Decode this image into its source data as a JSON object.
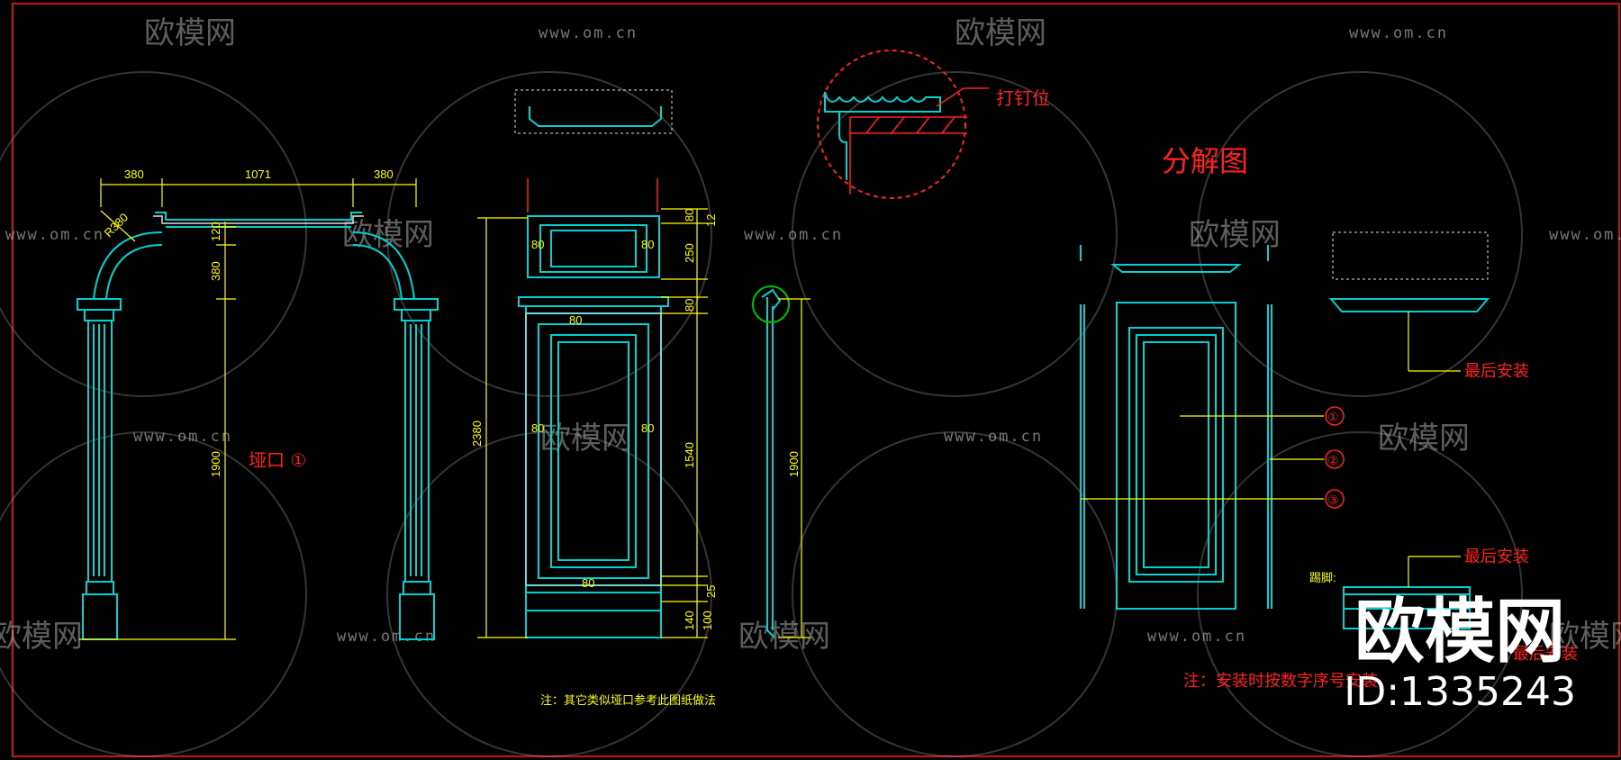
{
  "watermark": {
    "brand": "欧模网",
    "url": "www.om.cn",
    "corner_brand": "欧模网",
    "corner_id": "ID:1335243"
  },
  "arch": {
    "label": "垭口 ①",
    "dims": {
      "left_top": "380",
      "mid_top": "1071",
      "right_top": "380",
      "diag": "R380",
      "h1": "120",
      "h2": "380",
      "h3": "1900"
    }
  },
  "door": {
    "dims": {
      "total": "2380",
      "top1": "80",
      "top2": "12",
      "top3": "250",
      "top4": "80",
      "inner_l": "80",
      "inner_r": "80",
      "inner_top": "80",
      "mid_l": "80",
      "mid_r": "80",
      "center": "1540",
      "bot1": "80",
      "bot2": "25",
      "bot3": "140",
      "bot4": "100"
    },
    "note": "注：其它类似垭口参考此图纸做法"
  },
  "section": {
    "dim": "1900"
  },
  "detail": {
    "label": "打钉位"
  },
  "exploded": {
    "title": "分解图",
    "install_last_1": "最后安装",
    "install_last_2": "最后安装",
    "bubble_1": "①",
    "bubble_2": "②",
    "bubble_3": "③",
    "side_note": "踢脚:",
    "note": "注：安装时按数字序号安装",
    "clip_1": "最后安装"
  }
}
